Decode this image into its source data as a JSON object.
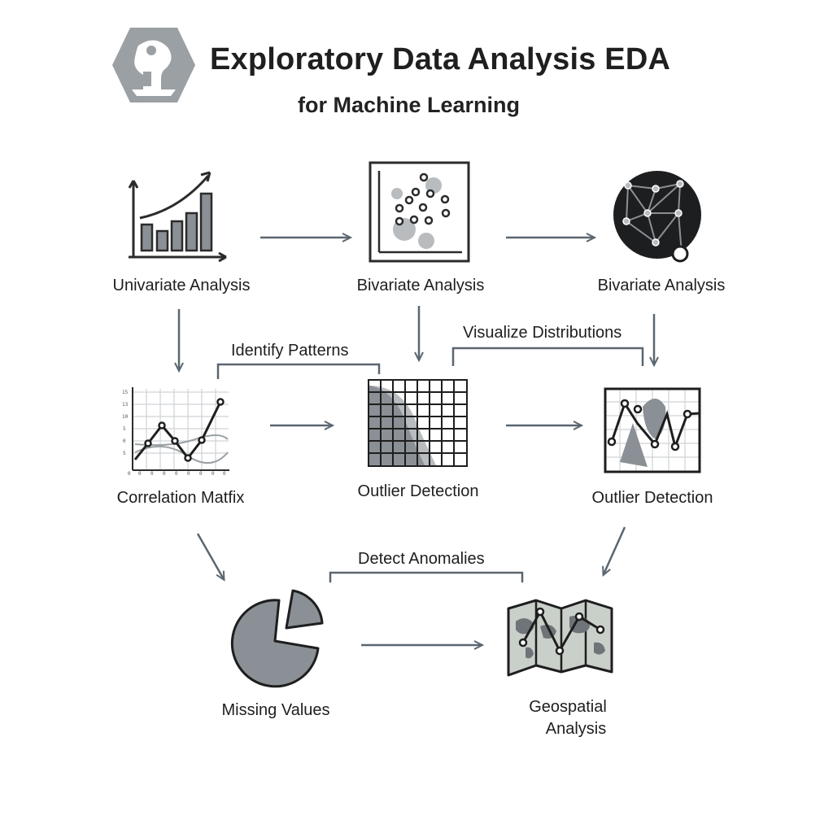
{
  "header": {
    "title": "Exploratory Data Analysis EDA",
    "subtitle": "for Machine Learning",
    "logo_icon": "brain-hexagon-icon"
  },
  "nodes": {
    "univariate": {
      "label": "Univariate Analysis",
      "icon": "bar-chart-icon"
    },
    "bivariate_scatter": {
      "label": "Bivariate Analysis",
      "icon": "scatter-plot-icon"
    },
    "bivariate_network": {
      "label": "Bivariate Analysis",
      "icon": "network-graph-icon"
    },
    "correlation": {
      "label": "Correlation Matfix",
      "icon": "line-chart-icon"
    },
    "outlier_grid": {
      "label": "Outlier Detection",
      "icon": "density-grid-icon"
    },
    "outlier_plot": {
      "label": "Outlier Detection",
      "icon": "outlier-plot-icon"
    },
    "missing": {
      "label": "Missing Values",
      "icon": "pie-chart-icon"
    },
    "geospatial": {
      "label_line1": "Geospatial",
      "label_line2": "Analysis",
      "icon": "folded-map-icon"
    }
  },
  "edge_labels": {
    "identify_patterns": "Identify Patterns",
    "visualize_distributions": "Visualize Distributions",
    "detect_anomalies": "Detect Anomalies"
  },
  "colors": {
    "ink": "#2b2b2b",
    "arrow": "#5a6670",
    "fill_gray": "#8a9095",
    "fill_light": "#b8bcbf",
    "dark_disc": "#1d1e20",
    "map_fill": "#c9cfc9"
  }
}
